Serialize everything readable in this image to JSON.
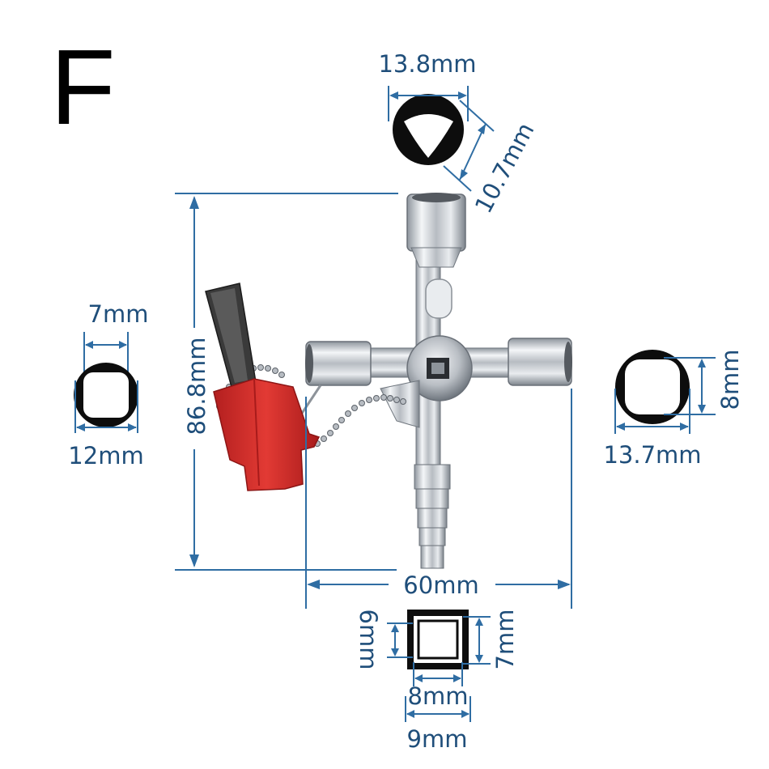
{
  "variant_letter": "F",
  "colors": {
    "dimension": "#2f6da3",
    "dimension_text": "#1f4e7a",
    "chrome": "#c9ced4",
    "handle_red": "#d62b2b",
    "bit_dark": "#3a3a3a"
  },
  "dimensions": {
    "triangle_width": "13.8mm",
    "triangle_depth": "10.7mm",
    "total_height": "86.8mm",
    "left_square_inner": "7mm",
    "left_square_outer": "12mm",
    "right_square_outer": "13.7mm",
    "right_square_inner": "8mm",
    "total_width": "60mm",
    "bottom_square_6": "6mm",
    "bottom_square_7": "7mm",
    "bottom_square_8": "8mm",
    "bottom_square_9": "9mm"
  },
  "icons": {
    "triangle_socket": "triangle-socket-icon",
    "round_square_socket": "round-square-socket-icon",
    "square_socket": "square-socket-icon",
    "cross_key": "cross-key-icon",
    "screwdriver_bit": "screwdriver-bit-icon"
  }
}
